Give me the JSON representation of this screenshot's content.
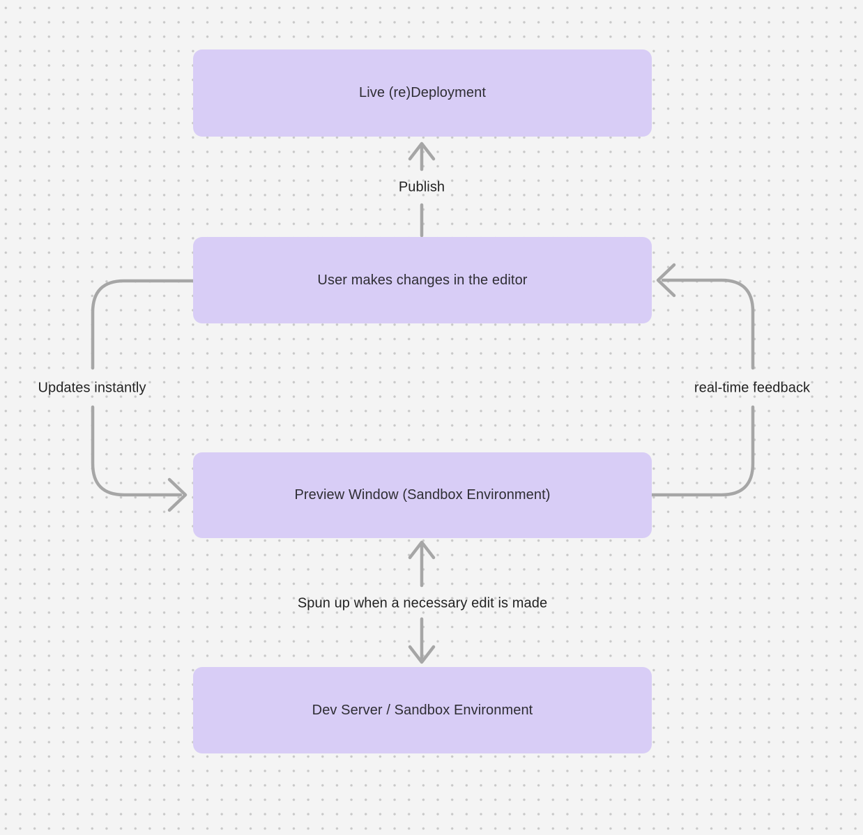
{
  "colors": {
    "background": "#f4f4f4",
    "dot": "#c8c8c8",
    "node_fill": "#d8cdf6",
    "node_text": "#2e2d33",
    "edge": "#a6a6a6",
    "edge_label_text": "#222222"
  },
  "diagram": {
    "nodes": [
      {
        "id": "live-deployment",
        "label": "Live (re)Deployment"
      },
      {
        "id": "editor",
        "label": "User makes changes in the editor"
      },
      {
        "id": "preview",
        "label": "Preview Window (Sandbox Environment)"
      },
      {
        "id": "dev-server",
        "label": "Dev Server / Sandbox Environment"
      }
    ],
    "edges": [
      {
        "id": "publish",
        "from": "editor",
        "to": "live-deployment",
        "direction": "up",
        "label": "Publish"
      },
      {
        "id": "updates-instantly",
        "from": "editor",
        "to": "preview",
        "direction": "left-loop-down",
        "label": "Updates instantly"
      },
      {
        "id": "real-time-feedback",
        "from": "preview",
        "to": "editor",
        "direction": "right-loop-up",
        "label": "real-time feedback"
      },
      {
        "id": "spun-up",
        "from": "preview",
        "to": "dev-server",
        "direction": "both",
        "label": "Spun up when a necessary edit is made"
      }
    ]
  }
}
